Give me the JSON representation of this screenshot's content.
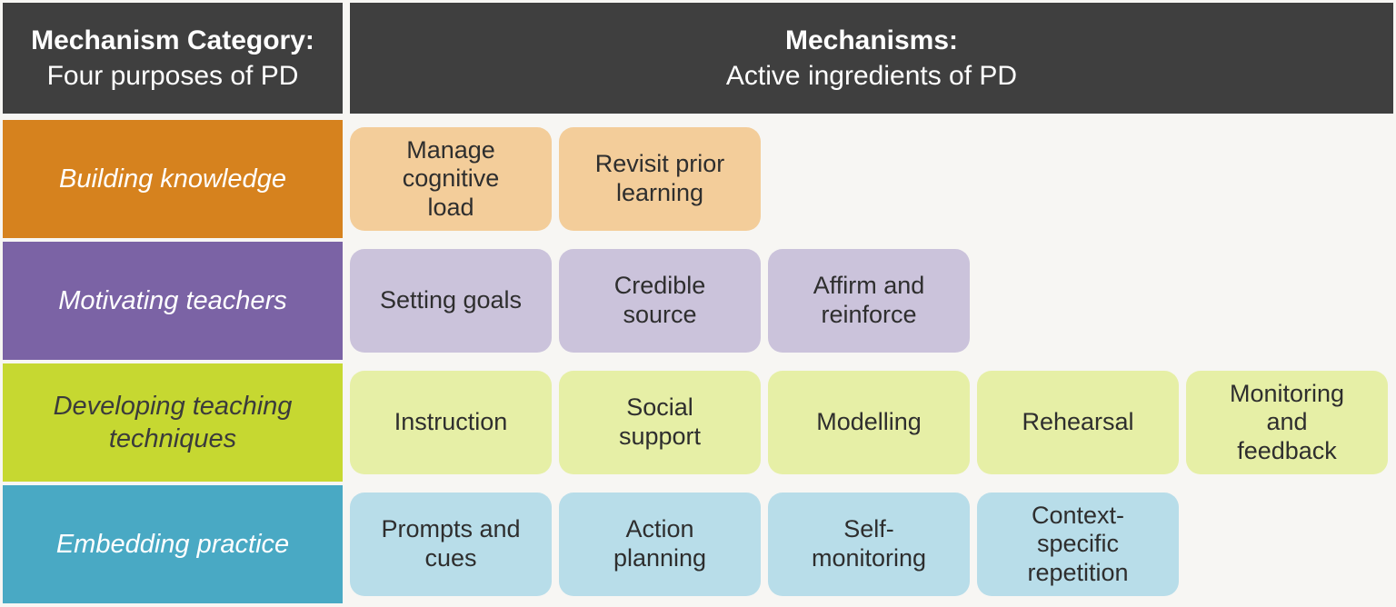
{
  "header": {
    "left": {
      "title": "Mechanism Category:",
      "subtitle": "Four purposes of PD"
    },
    "right": {
      "title": "Mechanisms:",
      "subtitle": "Active ingredients of PD"
    }
  },
  "colors": {
    "header_bg": "#3f3f3f",
    "header_text": "#ffffff",
    "page_bg": "#f7f6f3",
    "box_text": "#2e2e2e"
  },
  "rows": [
    {
      "category": "Building knowledge",
      "label_bg": "#d6821e",
      "label_color": "#ffffff",
      "box_bg": "#f3cd9a",
      "mechanisms": [
        "Manage cognitive load",
        "Revisit prior learning"
      ]
    },
    {
      "category": "Motivating teachers",
      "label_bg": "#7b63a5",
      "label_color": "#ffffff",
      "box_bg": "#cbc3db",
      "mechanisms": [
        "Setting goals",
        "Credible source",
        "Affirm and reinforce"
      ]
    },
    {
      "category": "Developing teaching techniques",
      "label_bg": "#c6d831",
      "label_color": "#3b3b3b",
      "box_bg": "#e6efa6",
      "mechanisms": [
        "Instruction",
        "Social support",
        "Modelling",
        "Rehearsal",
        "Monitoring and feedback"
      ]
    },
    {
      "category": "Embedding practice",
      "label_bg": "#49a9c4",
      "label_color": "#ffffff",
      "box_bg": "#b8dde9",
      "mechanisms": [
        "Prompts and cues",
        "Action planning",
        "Self-monitoring",
        "Context-specific repetition"
      ]
    }
  ]
}
